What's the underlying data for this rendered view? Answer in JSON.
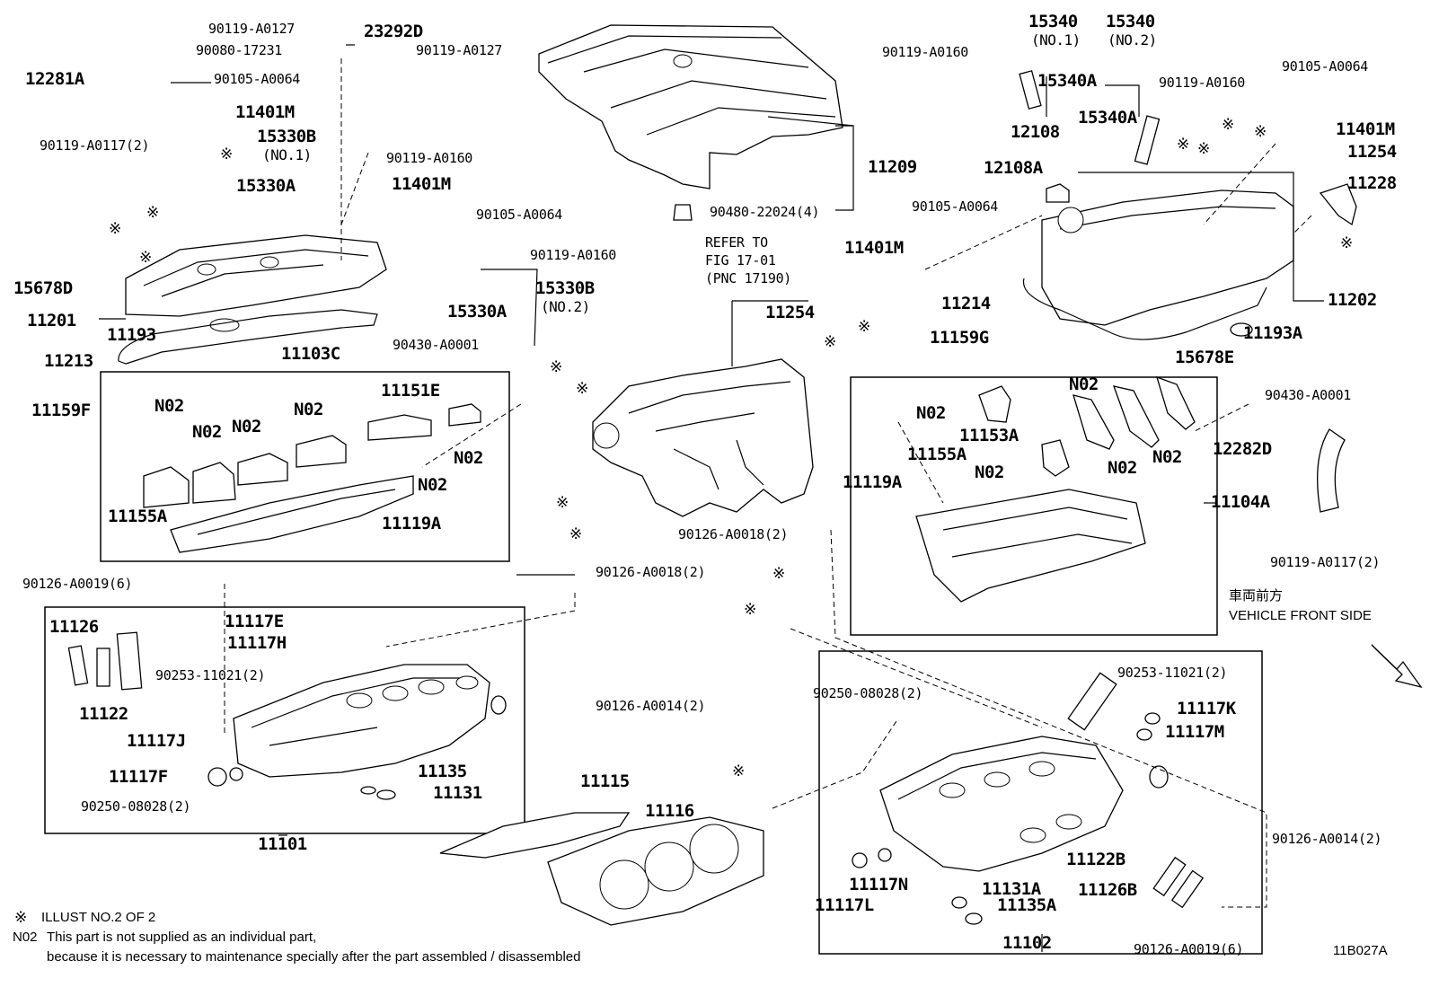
{
  "diagram_id": "11B027A",
  "legend": {
    "symbol": "※",
    "symbol_note": "ILLUST NO.2 OF 2",
    "n02_code": "N02",
    "n02_note_line1": "This part is not supplied as an individual part,",
    "n02_note_line2": "because it is necessary to maintenance specially after the part assembled / disassembled"
  },
  "vehicle_front": {
    "jp": "車両前方",
    "en": "VEHICLE FRONT SIDE"
  },
  "refer": {
    "line1": "REFER TO",
    "line2": "FIG 17-01",
    "line3": "(PNC 17190)"
  },
  "parts": {
    "p12281A": "12281A",
    "p90119_A0117_2_l": "90119-A0117(2)",
    "p90119_A0127_a": "90119-A0127",
    "p90080_17231": "90080-17231",
    "p23292D": "23292D",
    "p90119_A0127_b": "90119-A0127",
    "p90105_A0064_a": "90105-A0064",
    "p11401M_a": "11401M",
    "p15330B_1": "15330B",
    "no1_a": "(NO.1)",
    "p90119_A0160_a": "90119-A0160",
    "p15330A_a": "15330A",
    "p11401M_b": "11401M",
    "p90105_A0064_b": "90105-A0064",
    "p90119_A0160_b": "90119-A0160",
    "p15678D": "15678D",
    "p15330B_2": "15330B",
    "no2_a": "(NO.2)",
    "p15330A_b": "15330A",
    "p11201": "11201",
    "p11193": "11193",
    "p11213": "11213",
    "p11103C": "11103C",
    "p90430_A0001_a": "90430-A0001",
    "p11151E": "11151E",
    "p11159F": "11159F",
    "n02": "N02",
    "p11155A_a": "11155A",
    "p11119A_a": "11119A",
    "p90126_A0019_6_a": "90126-A0019(6)",
    "p90126_A0018_2_a": "90126-A0018(2)",
    "p11126": "11126",
    "p11122": "11122",
    "p11117E": "11117E",
    "p11117H": "11117H",
    "p90253_11021_2_a": "90253-11021(2)",
    "p90126_A0014_2_a": "90126-A0014(2)",
    "p11117J": "11117J",
    "p11117F": "11117F",
    "p11135": "11135",
    "p11131": "11131",
    "p90250_08028_2_a": "90250-08028(2)",
    "p11101": "11101",
    "p11115": "11115",
    "p11116": "11116",
    "p11209": "11209",
    "p90480_22024_4": "90480-22024(4)",
    "p11254_a": "11254",
    "p90126_A0018_2_b": "90126-A0018(2)",
    "p15340_1": "15340",
    "no1_b": "(NO.1)",
    "p15340_2": "15340",
    "no2_b": "(NO.2)",
    "p90119_A0160_c": "90119-A0160",
    "p15340A_a": "15340A",
    "p90119_A0160_d": "90119-A0160",
    "p15340A_b": "15340A",
    "p12108": "12108",
    "p12108A": "12108A",
    "p90105_A0064_c": "90105-A0064",
    "p11401M_c": "11401M",
    "p11254_b": "11254",
    "p11228": "11228",
    "p90105_A0064_d": "90105-A0064",
    "p11401M_d": "11401M",
    "p11214": "11214",
    "p11202": "11202",
    "p11193A": "11193A",
    "p11159G": "11159G",
    "p15678E": "15678E",
    "p90430_A0001_b": "90430-A0001",
    "p11153A": "11153A",
    "p11155A_b": "11155A",
    "p11119A_b": "11119A",
    "p12282D": "12282D",
    "p11104A": "11104A",
    "p90119_A0117_2_r": "90119-A0117(2)",
    "p90253_11021_2_b": "90253-11021(2)",
    "p90250_08028_2_b": "90250-08028(2)",
    "p11117K": "11117K",
    "p11117M": "11117M",
    "p11122B": "11122B",
    "p11126B": "11126B",
    "p11117N": "11117N",
    "p11117L": "11117L",
    "p11131A": "11131A",
    "p11135A": "11135A",
    "p11102": "11102",
    "p90126_A0019_6_b": "90126-A0019(6)",
    "p90126_A0014_2_b": "90126-A0014(2)"
  }
}
